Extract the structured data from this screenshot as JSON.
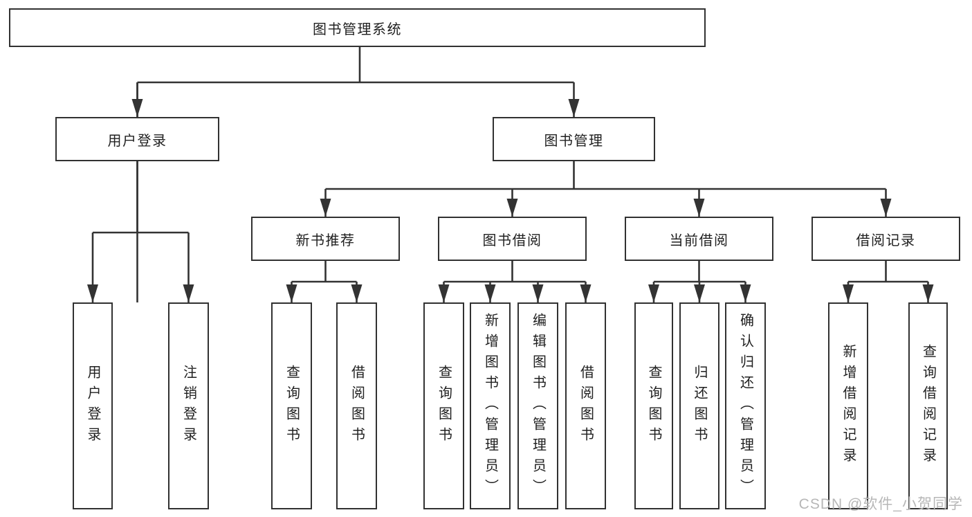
{
  "colors": {
    "line": "#333333",
    "box_border": "#313131",
    "text": "#1f1f1f",
    "watermark": "#b7b7b7",
    "background": "#ffffff"
  },
  "diagram": {
    "root": {
      "label": "图书管理系统"
    },
    "level2": {
      "user_login": {
        "label": "用户登录",
        "children": [
          {
            "label": "用户登录"
          },
          {
            "label": "注销登录"
          }
        ]
      },
      "book_management": {
        "label": "图书管理",
        "sections": [
          {
            "label": "新书推荐",
            "children": [
              {
                "label": "查询图书"
              },
              {
                "label": "借阅图书"
              }
            ]
          },
          {
            "label": "图书借阅",
            "children": [
              {
                "label": "查询图书"
              },
              {
                "label": "新增图书（管理员）"
              },
              {
                "label": "编辑图书（管理员）"
              },
              {
                "label": "借阅图书"
              }
            ]
          },
          {
            "label": "当前借阅",
            "children": [
              {
                "label": "查询图书"
              },
              {
                "label": "归还图书"
              },
              {
                "label": "确认归还（管理员）"
              }
            ]
          },
          {
            "label": "借阅记录",
            "children": [
              {
                "label": "新增借阅记录"
              },
              {
                "label": "查询借阅记录"
              }
            ]
          }
        ]
      }
    },
    "watermark": "CSDN @软件_小贺同学"
  }
}
